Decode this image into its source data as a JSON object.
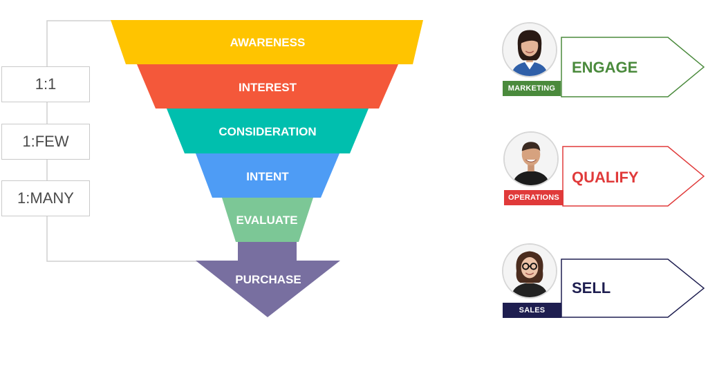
{
  "funnel": {
    "stages": [
      {
        "label": "AWARENESS",
        "color": "#FFC400"
      },
      {
        "label": "INTEREST",
        "color": "#F4583A"
      },
      {
        "label": "CONSIDERATION",
        "color": "#00BFAE"
      },
      {
        "label": "INTENT",
        "color": "#4E9CF5"
      },
      {
        "label": "EVALUATE",
        "color": "#7CC796"
      }
    ],
    "purchase": {
      "label": "PURCHASE",
      "color": "#786FA0"
    }
  },
  "tiers": [
    "1:1",
    "1:FEW",
    "1:MANY"
  ],
  "teams": [
    {
      "department": "MARKETING",
      "action": "ENGAGE",
      "color": "#4A8A3C",
      "avatar": "woman-avatar-icon"
    },
    {
      "department": "OPERATIONS",
      "action": "QUALIFY",
      "color": "#E03A3A",
      "avatar": "man-avatar-icon"
    },
    {
      "department": "SALES",
      "action": "SELL",
      "color": "#1E1E50",
      "avatar": "woman-glasses-avatar-icon"
    }
  ]
}
